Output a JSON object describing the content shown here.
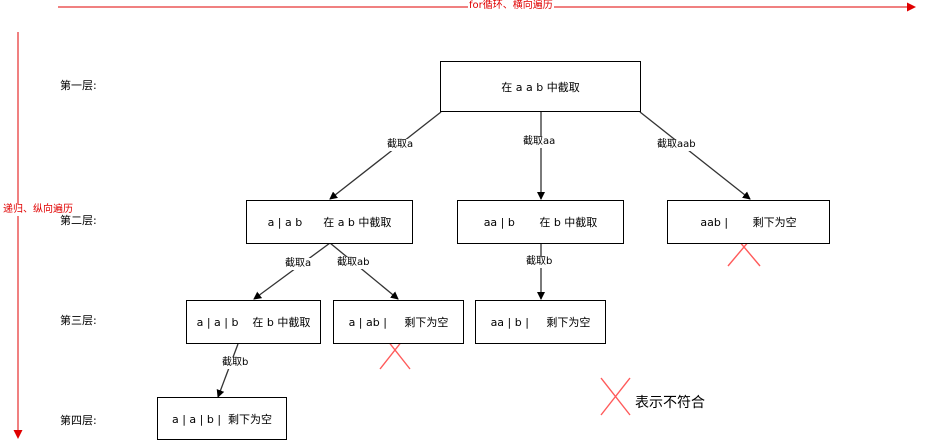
{
  "axes": {
    "horizontal": "for循环、横向遍历",
    "vertical": "递归、纵向遍历",
    "color": "#e00000"
  },
  "layers": [
    "第一层:",
    "第二层:",
    "第三层:",
    "第四层:"
  ],
  "nodes": {
    "root": "在 a a b 中截取",
    "l2_a": "a | a b      在 a b 中截取",
    "l2_aa": "aa | b       在 b 中截取",
    "l2_aab": "aab |       剩下为空",
    "l3_a_a": "a | a | b    在 b 中截取",
    "l3_a_ab": "a | ab |     剩下为空",
    "l3_aa_b": "aa | b |     剩下为空",
    "l4": "a | a | b |  剩下为空"
  },
  "edges": {
    "root_a": "截取a",
    "root_aa": "截取aa",
    "root_aab": "截取aab",
    "l2a_a": "截取a",
    "l2a_ab": "截取ab",
    "l2aa_b": "截取b",
    "l3_b": "截取b"
  },
  "legend": {
    "text": "表示不符合",
    "mark_color": "#ff5a5a"
  }
}
